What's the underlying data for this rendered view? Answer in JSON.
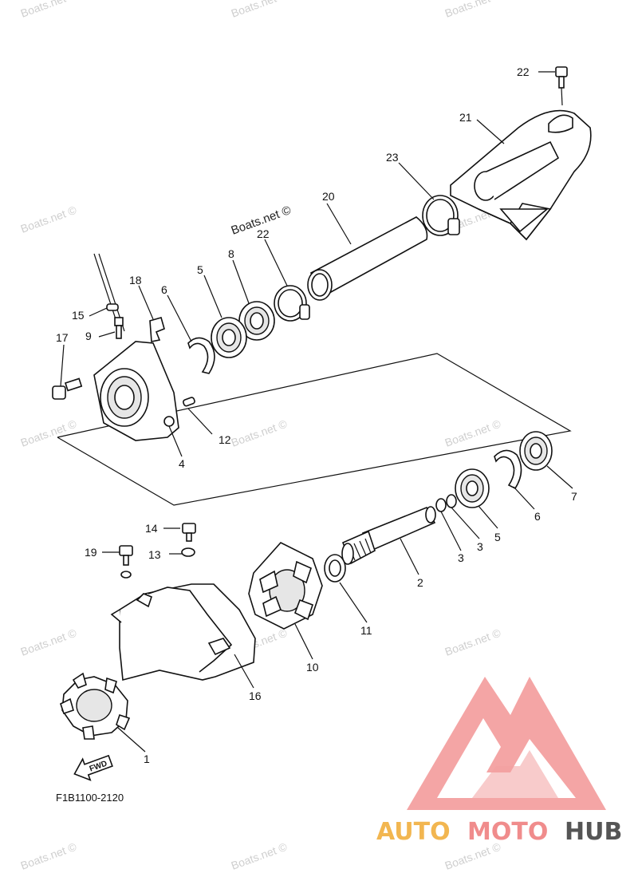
{
  "watermark": "Boats.net ©",
  "diagram_code": "F1B1100-2120",
  "fwd_label": "FWD",
  "logo": {
    "part1": "AUTO",
    "part2": "MOTO",
    "part3": "HUB"
  },
  "callouts": {
    "c22a": "22",
    "c21": "21",
    "c23": "23",
    "c20": "20",
    "c22b": "22",
    "c8a": "8",
    "c5a": "5",
    "c6a": "6",
    "c18": "18",
    "c15": "15",
    "c9": "9",
    "c17": "17",
    "c12": "12",
    "c4": "4",
    "c7": "7",
    "c6b": "6",
    "c5b": "5",
    "c3a": "3",
    "c3b": "3",
    "c2": "2",
    "c14": "14",
    "c19": "19",
    "c13": "13",
    "c11": "11",
    "c10": "10",
    "c16": "16",
    "c1": "1"
  }
}
